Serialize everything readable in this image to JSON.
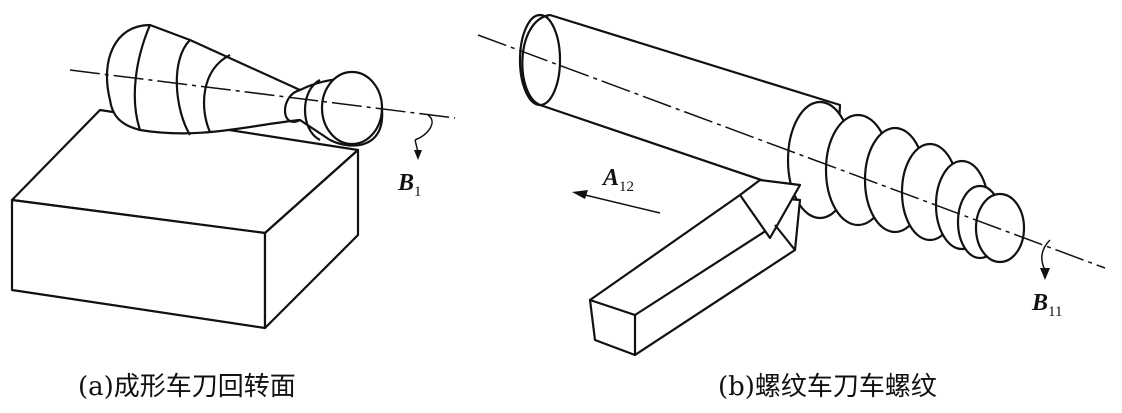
{
  "figure_a": {
    "caption": "(a)成形车刀回转面",
    "rotation_label": "B",
    "rotation_sub": "1"
  },
  "figure_b": {
    "caption": "(b)螺纹车刀车螺纹",
    "feed_label": "A",
    "feed_sub": "12",
    "rotation_label": "B",
    "rotation_sub": "11"
  }
}
